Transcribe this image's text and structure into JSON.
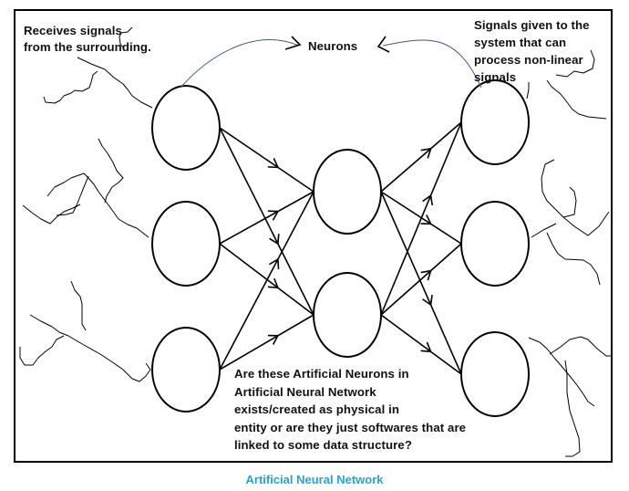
{
  "diagram": {
    "title_caption": "Artificial Neural Network",
    "caption_color": "#27a3d3",
    "annotations": {
      "input_note": "Receives signals\nfrom the surrounding.",
      "neurons_label": "Neurons",
      "output_note": "Signals given to the\nsystem that can\nprocess non-linear\nsignals",
      "question": "Are these Artificial Neurons in\nArtificial Neural Network\nexists/created as physical in\nentity or are they just softwares that are\nlinked to some data structure?"
    },
    "layers": [
      {
        "name": "input",
        "neurons": [
          "input-1",
          "input-2",
          "input-3"
        ]
      },
      {
        "name": "hidden",
        "neurons": [
          "hidden-1",
          "hidden-2"
        ]
      },
      {
        "name": "output",
        "neurons": [
          "output-1",
          "output-2",
          "output-3"
        ]
      }
    ],
    "connections": [
      [
        "input-1",
        "hidden-1"
      ],
      [
        "input-1",
        "hidden-2"
      ],
      [
        "input-2",
        "hidden-1"
      ],
      [
        "input-2",
        "hidden-2"
      ],
      [
        "input-3",
        "hidden-1"
      ],
      [
        "input-3",
        "hidden-2"
      ],
      [
        "hidden-1",
        "output-1"
      ],
      [
        "hidden-1",
        "output-2"
      ],
      [
        "hidden-1",
        "output-3"
      ],
      [
        "hidden-2",
        "output-1"
      ],
      [
        "hidden-2",
        "output-2"
      ],
      [
        "hidden-2",
        "output-3"
      ]
    ],
    "pointer_targets": [
      "input-1",
      "output-1"
    ]
  }
}
